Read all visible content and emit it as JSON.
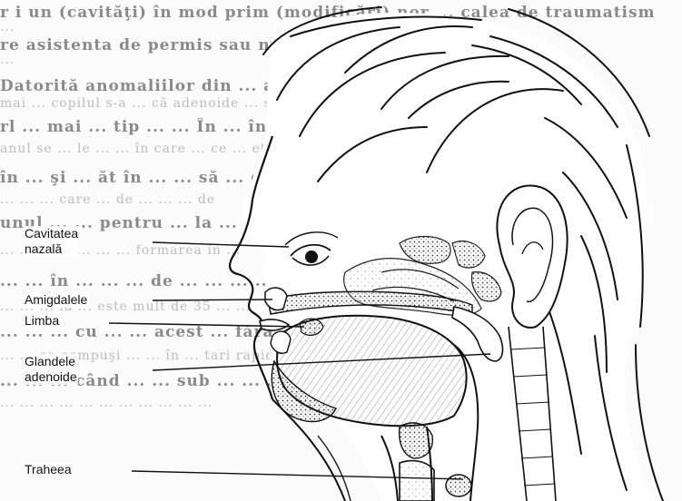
{
  "background_text": [
    "r i  un  (cavităţi)  în  mod  prim  (modificări)  nor ... calea  de  traumatism",
    "...",
    "re  asistenta  de  permis  sau  nu  ar  fi  ... depoe  ge  stigma",
    "...",
    "Datorită  anomaliilor  din  ... a  ... când  nu  e  pasă  treptat  la",
    "mai  ... copilul  s-a  ... că  adenoide  ... sunt  ... mai  multe",
    "rl  ...  mai  ... tip  ...  ...  În  ... în  cazul  în  care",
    "anul  se  ... le  ...  ... în  care  ... ce  ... etc",
    "în  ... şi  ... ăt  în  ...  ... să ... de  ... fi  ...",
    "... ...  ... care  ... de  ...  ...  ... de",
    "unul  ... ... pentru  ...  la  ... ... în  ...",
    "...  ... care  ...  ...  ... formarea  în  ...",
    "... ... în  ...  ...  ... de  ... ... ...  ...",
    "... ...  ...  la  ... este  mult  de  35  ... ...",
    "...  ...  ... cu  ...  ... acest  ... fără  ... ...",
    "...  ... ca  compuşi  ...  ... în  ... tari  rapide",
    "...  ... ... când  ... ... sub  ... ... ... ...  ...",
    "...  ... ... ... ... ... ... ... ... ... ..."
  ],
  "labels": [
    {
      "id": "cavitatea-nazala",
      "lines": [
        "Cavitatea",
        "nazală"
      ]
    },
    {
      "id": "amigdalele",
      "lines": [
        "Amigdalele"
      ]
    },
    {
      "id": "limba",
      "lines": [
        "Limba"
      ]
    },
    {
      "id": "glandele-adenoide",
      "lines": [
        "Glandele",
        "adenoide"
      ]
    },
    {
      "id": "traheea",
      "lines": [
        "Traheea"
      ]
    }
  ]
}
